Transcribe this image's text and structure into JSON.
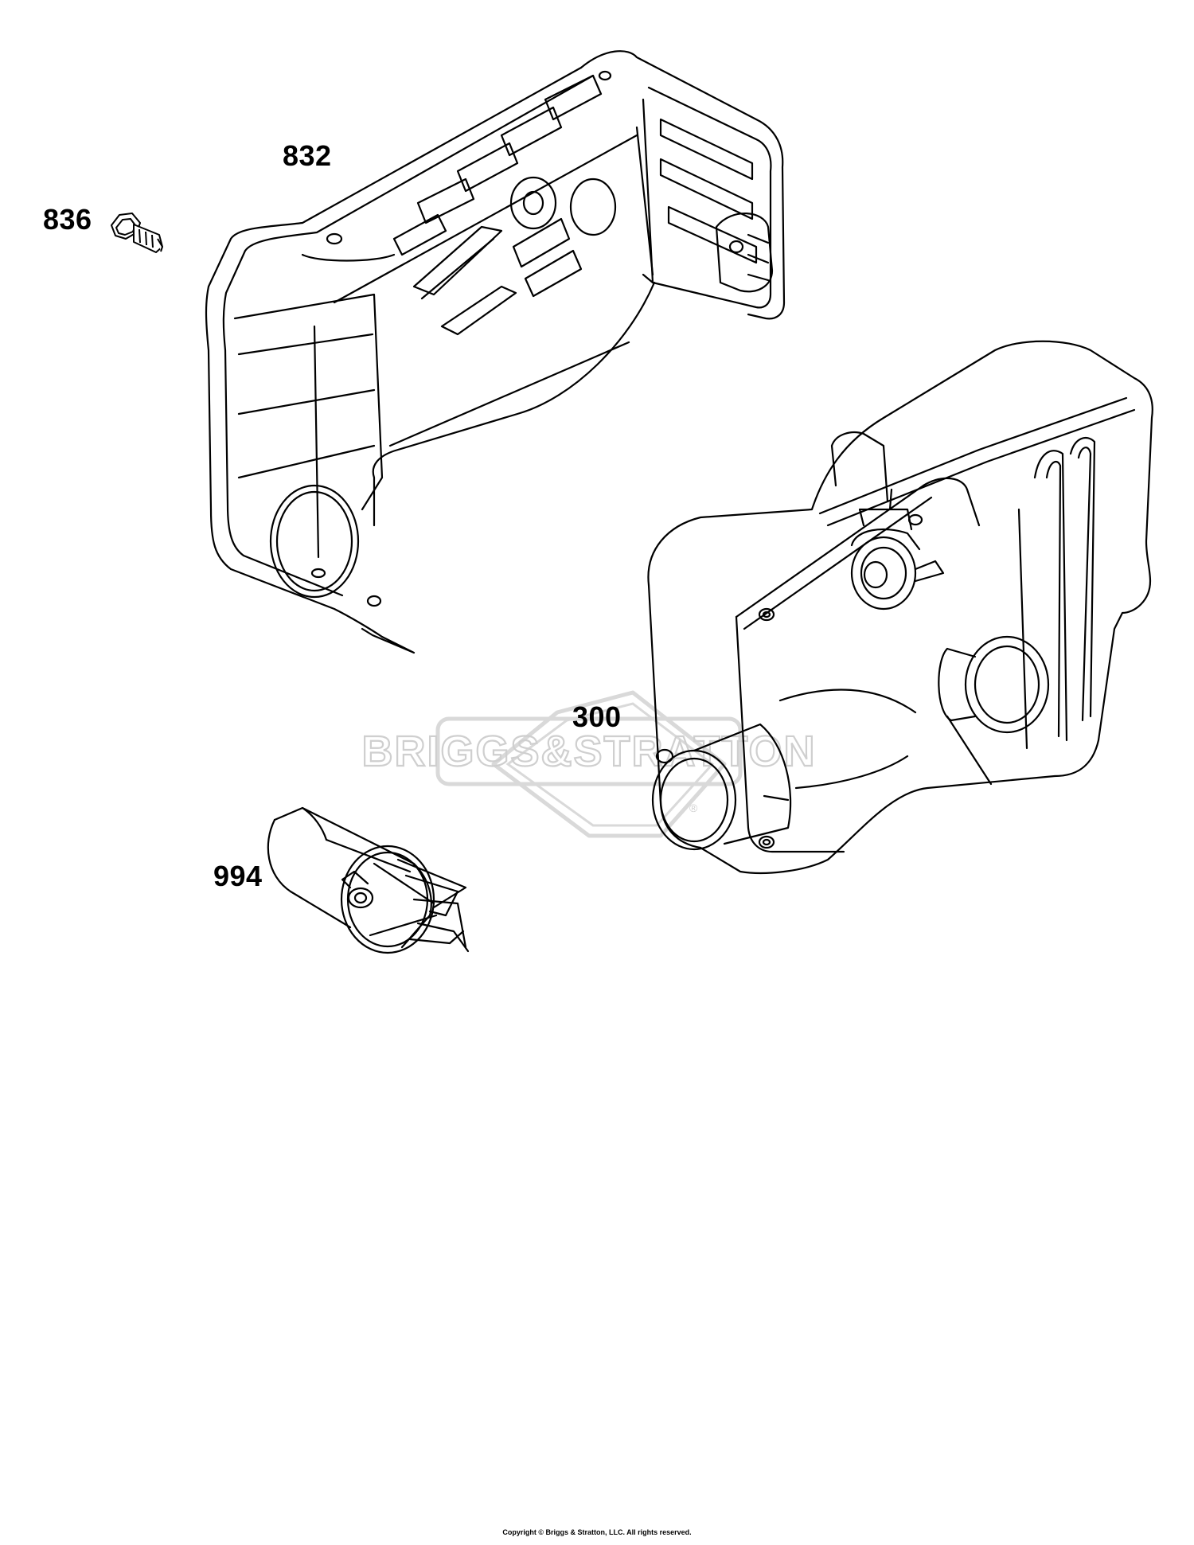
{
  "watermark": {
    "text": "BRIGGS&STRATTON",
    "registered_mark": "®"
  },
  "parts": [
    {
      "number": "836"
    },
    {
      "number": "832"
    },
    {
      "number": "300"
    },
    {
      "number": "994"
    }
  ],
  "footer": {
    "copyright": "Copyright © Briggs & Stratton, LLC. All rights reserved."
  },
  "colors": {
    "line": "#000000",
    "watermark": "#d9d9d9",
    "background": "#ffffff"
  }
}
